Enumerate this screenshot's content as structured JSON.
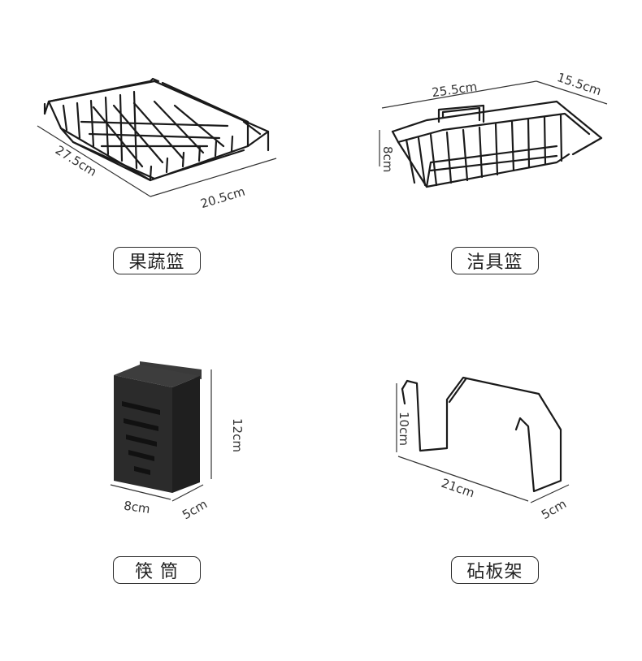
{
  "items": [
    {
      "name": "果蔬篮",
      "dimensions": {
        "depth": "27.5cm",
        "width": "20.5cm"
      }
    },
    {
      "name": "洁具篮",
      "dimensions": {
        "width": "25.5cm",
        "depth": "15.5cm",
        "height": "8cm"
      }
    },
    {
      "name": "筷 筒",
      "dimensions": {
        "height": "12cm",
        "width": "8cm",
        "depth": "5cm"
      }
    },
    {
      "name": "砧板架",
      "dimensions": {
        "height": "10cm",
        "width": "21cm",
        "depth": "5cm"
      }
    }
  ],
  "colors": {
    "wire": "#1a1a1a",
    "holder": "#2b2b2b",
    "label_border": "#2a2a2a"
  }
}
